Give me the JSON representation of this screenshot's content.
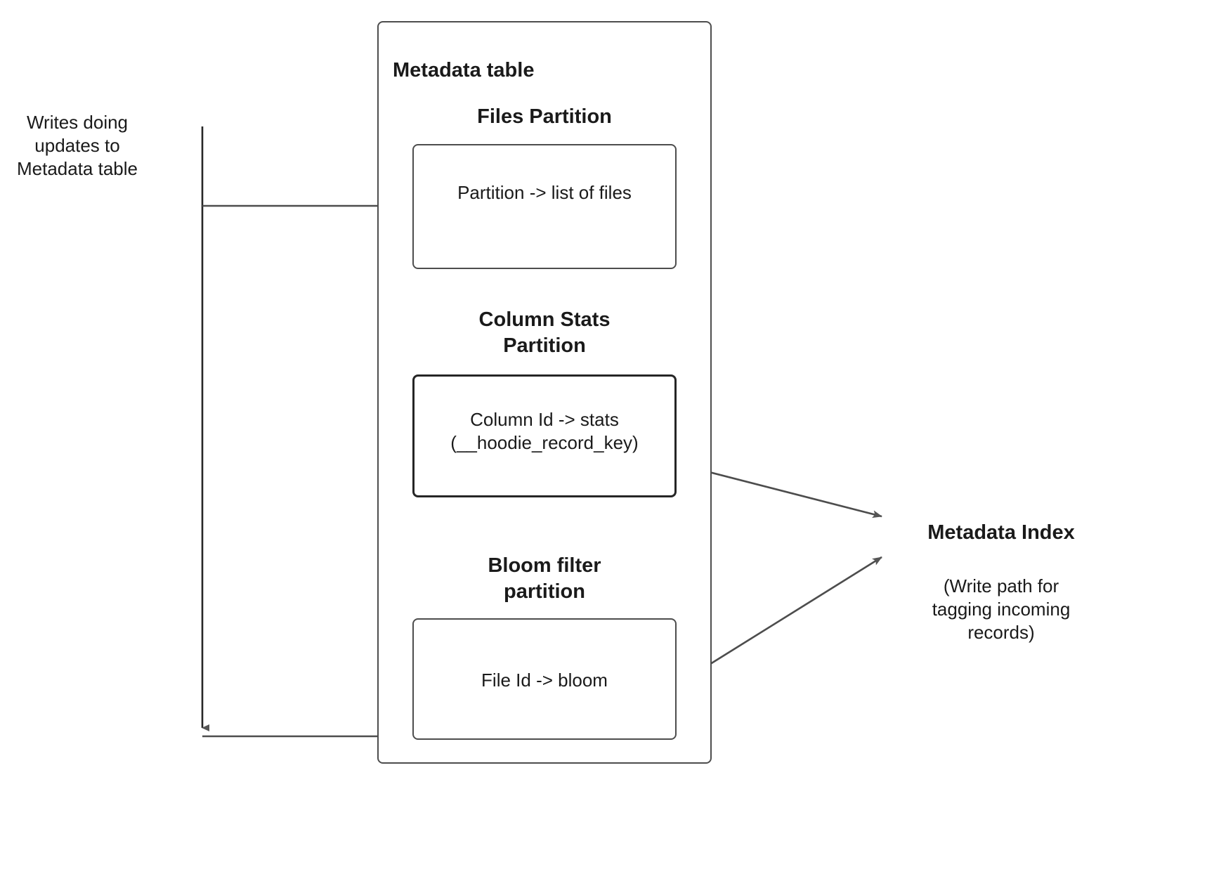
{
  "diagram": {
    "title_label": "Metadata table",
    "left_note": "Writes doing\nupdates to\nMetadata table",
    "partitions": [
      {
        "heading": "Files Partition",
        "box_label": "Partition -> list of files"
      },
      {
        "heading": "Column Stats\nPartition",
        "box_label": "Column Id  -> stats\n(__hoodie_record_key)"
      },
      {
        "heading": "Bloom filter\npartition",
        "box_label": "File Id -> bloom"
      }
    ],
    "index": {
      "title": "Metadata Index",
      "note": "(Write path for\ntagging incoming\nrecords)"
    },
    "colors": {
      "stroke": "#4d4d4d",
      "stroke_strong": "#262626",
      "text": "#1a1a1a",
      "background": "#ffffff"
    }
  }
}
